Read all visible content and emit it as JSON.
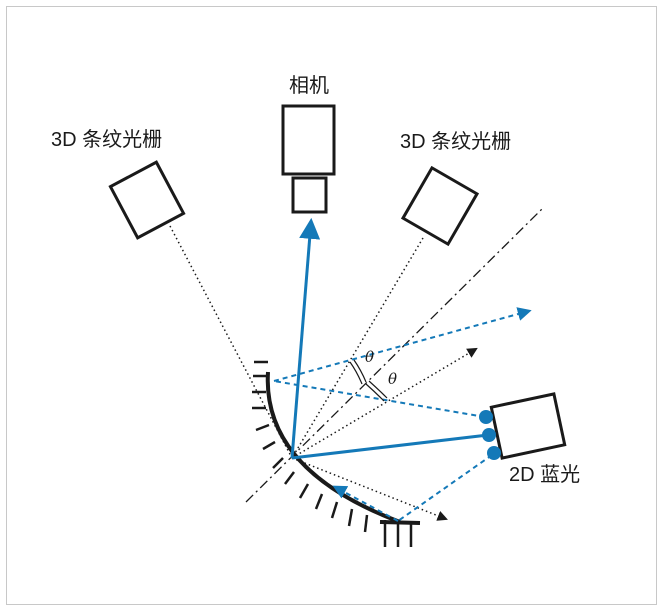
{
  "labels": {
    "camera": "相机",
    "projector_left": "3D 条纹光栅",
    "projector_right": "3D 条纹光栅",
    "blue_light": "2D 蓝光",
    "theta_1": "θ",
    "theta_2": "θ"
  },
  "colors": {
    "line": "#1a1a1a",
    "blue": "#1479b8",
    "frame": "#c8c8c8"
  }
}
